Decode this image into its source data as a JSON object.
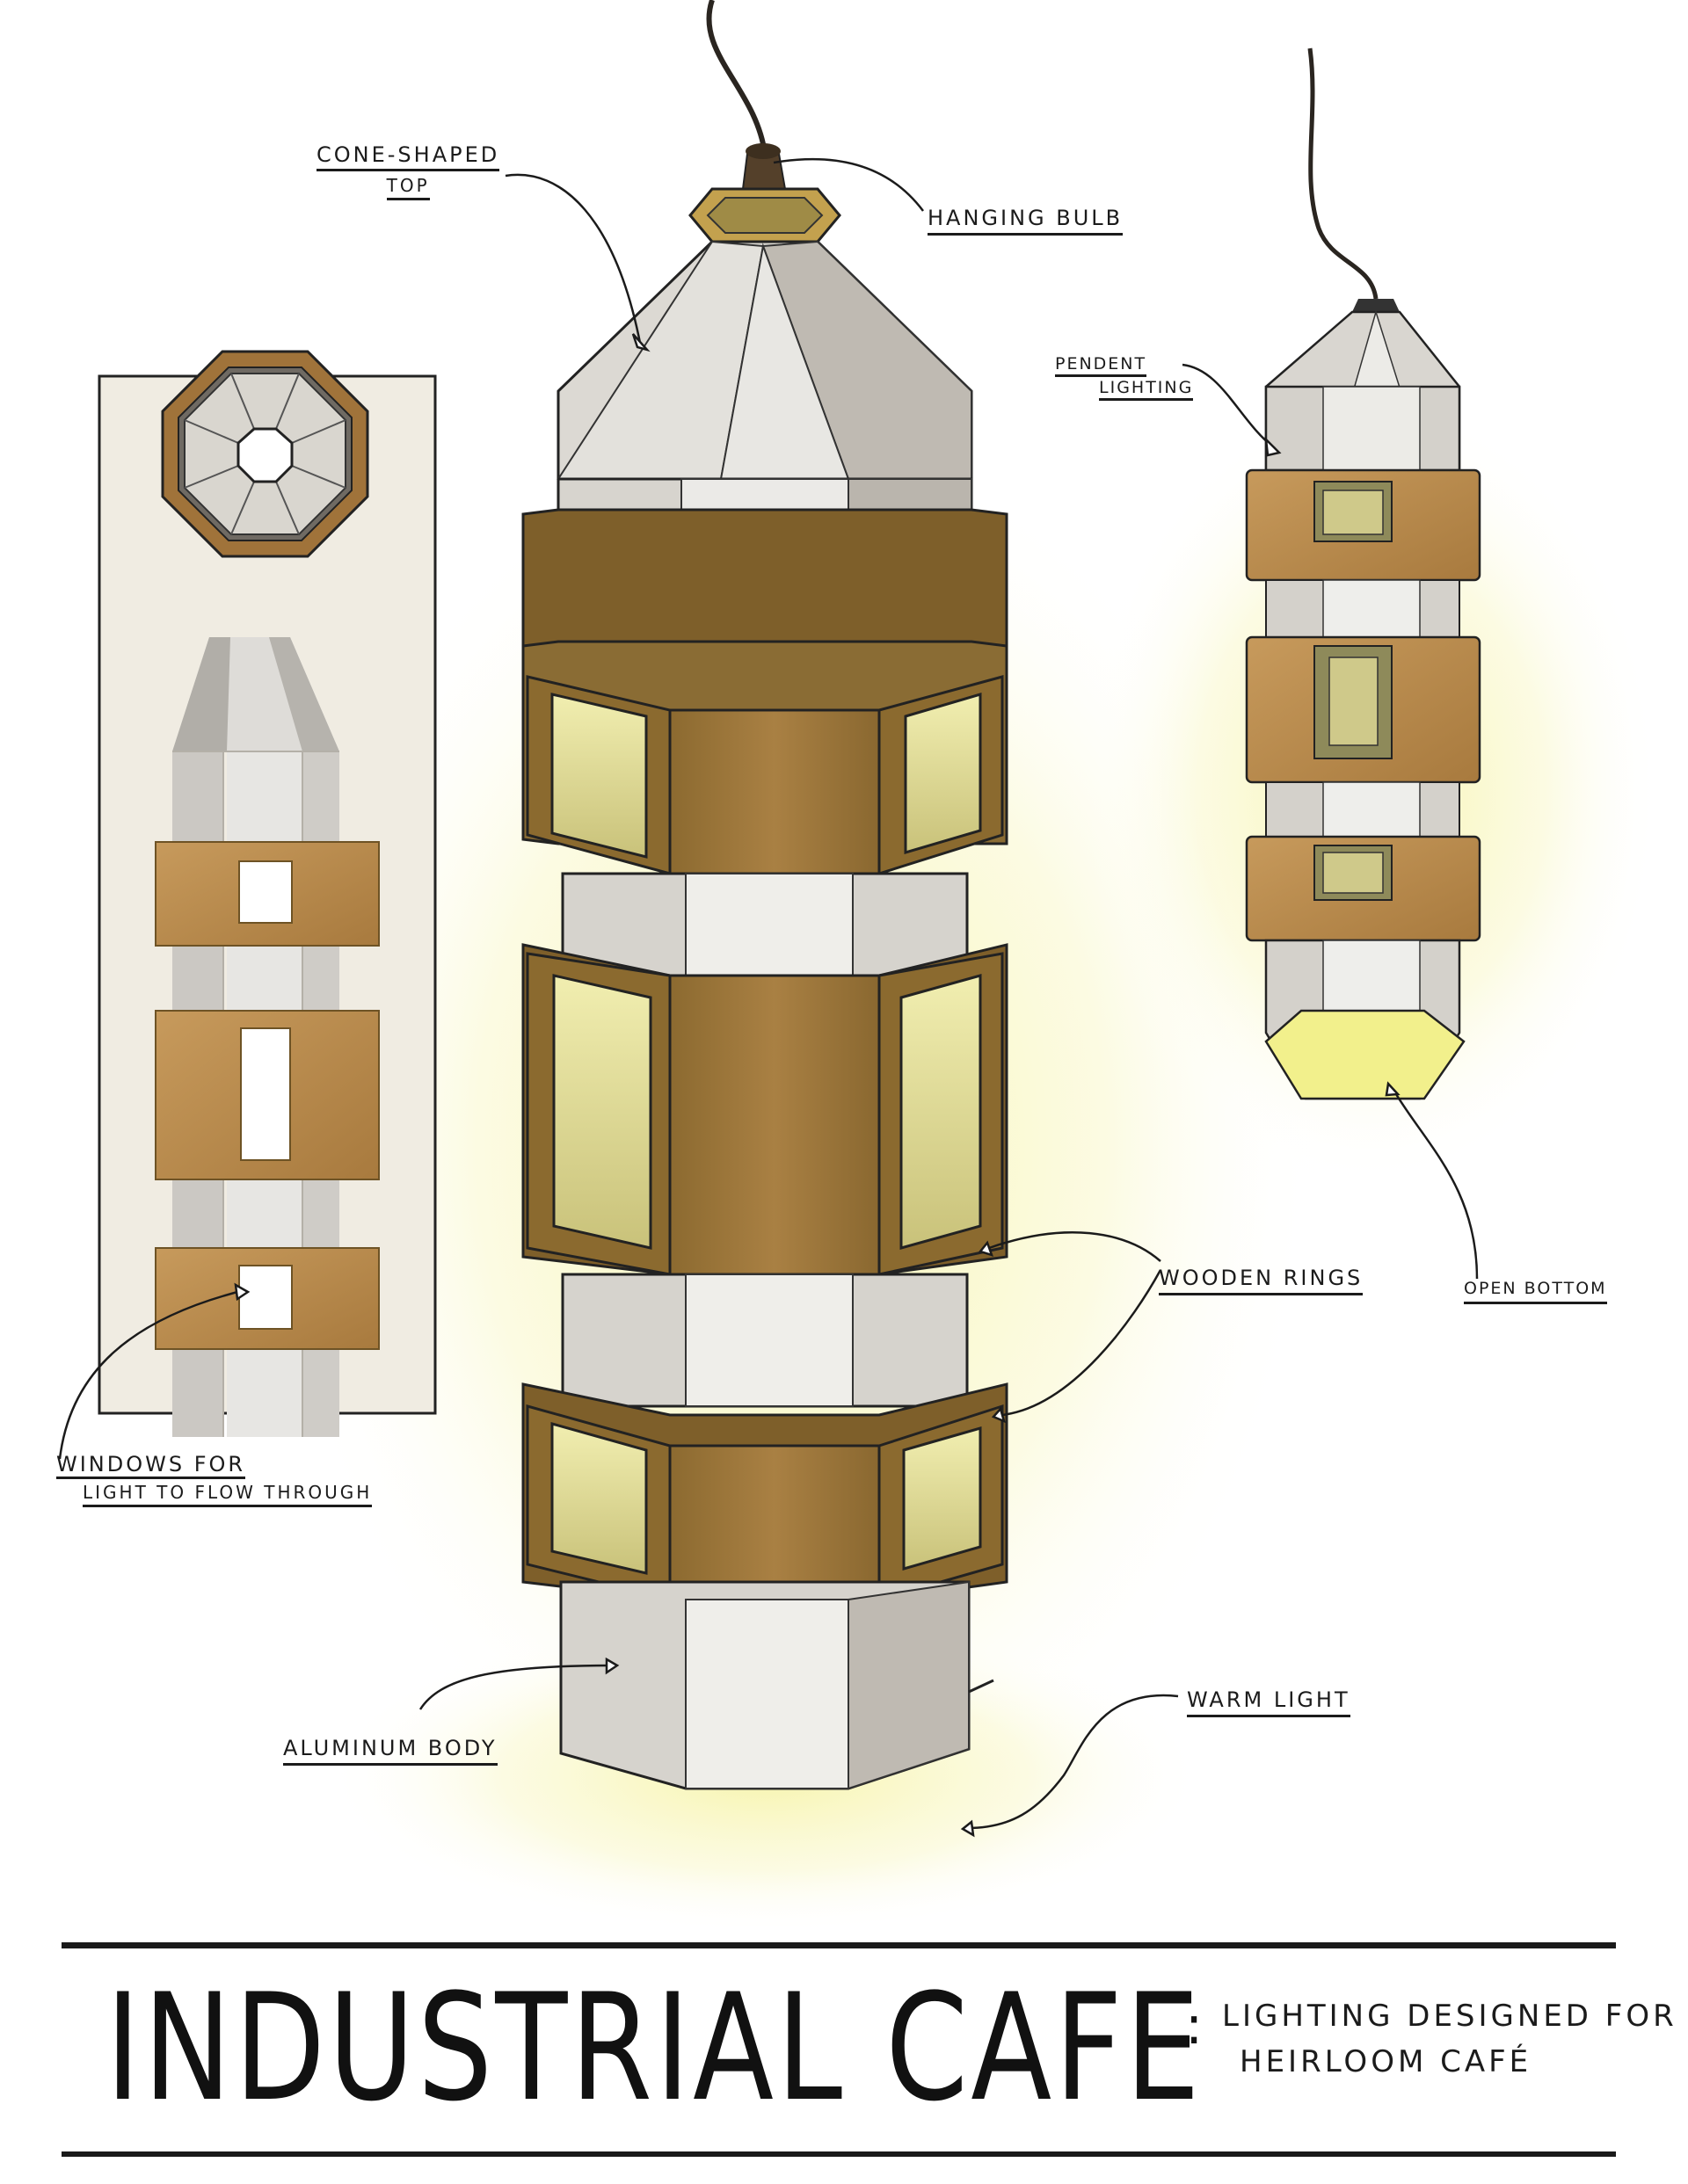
{
  "title": "INDUSTRIAL CAFE",
  "subtitle": {
    "line1": "LIGHTING DESIGNED FOR",
    "line2": "HEIRLOOM CAFÉ"
  },
  "annotations": {
    "cone_top_line1": "CONE-SHAPED",
    "cone_top_line2": "TOP",
    "hanging_bulb": "HANGING BULB",
    "pendent_line1": "PENDENT",
    "pendent_line2": "LIGHTING",
    "windows_line1": "WINDOWS FOR",
    "windows_line2": "LIGHT TO FLOW THROUGH",
    "wooden_rings": "WOODEN RINGS",
    "open_bottom": "OPEN BOTTOM",
    "aluminum_body": "ALUMINUM BODY",
    "warm_light": "WARM LIGHT"
  },
  "colors": {
    "wood": "#b98a4e",
    "wood_dark": "#7a5a28",
    "aluminum_light": "#ecebe8",
    "aluminum_mid": "#cfccc7",
    "aluminum_dark": "#a6a29b",
    "glow": "#f4f2a0",
    "panel_bg": "#f0ece2",
    "ink": "#1b1b1b"
  }
}
